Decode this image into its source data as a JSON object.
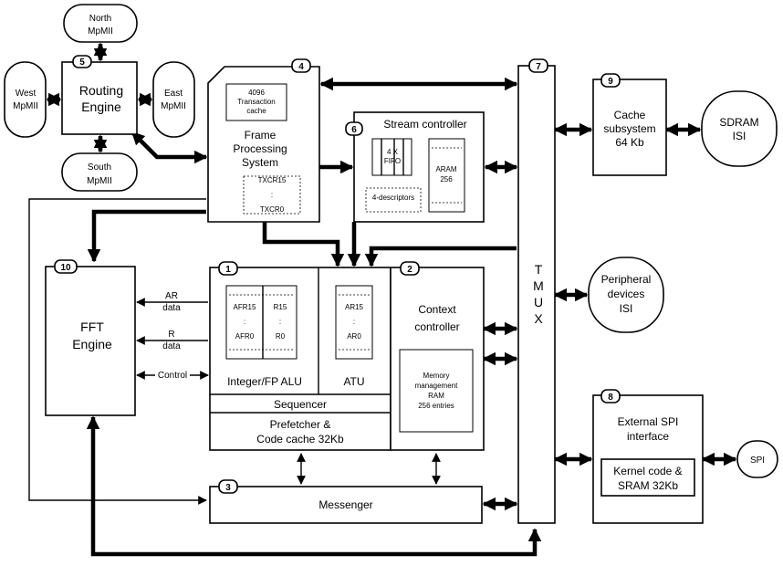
{
  "ports": {
    "north": [
      "North",
      "MpMII"
    ],
    "south": [
      "South",
      "MpMII"
    ],
    "west": [
      "West",
      "MpMII"
    ],
    "east": [
      "East",
      "MpMII"
    ]
  },
  "routing": {
    "number": "5",
    "title": [
      "Routing",
      "Engine"
    ]
  },
  "frame": {
    "number": "4",
    "transaction": [
      "4096",
      "Transaction",
      "cache"
    ],
    "title": [
      "Frame",
      "Processing",
      "System"
    ],
    "txcr_top": "TXCR15",
    "txcr_bottom": "TXCR0"
  },
  "stream": {
    "number": "6",
    "title": "Stream controller",
    "fifo": [
      "4 X",
      "FIFO"
    ],
    "aram": [
      "ARAM",
      "256"
    ],
    "descriptors": "4-descriptors"
  },
  "tmux": {
    "number": "7",
    "label": [
      "T",
      "M",
      "U",
      "X"
    ]
  },
  "cache": {
    "number": "9",
    "title": [
      "Cache",
      "subsystem",
      "64 Kb"
    ]
  },
  "sdram": [
    "SDRAM",
    "ISI"
  ],
  "peripheral": [
    "Peripheral",
    "devices",
    "ISI"
  ],
  "spi_if": {
    "number": "8",
    "title": [
      "External SPI",
      "interface"
    ],
    "kernel": [
      "Kernel code &",
      "SRAM  32Kb"
    ]
  },
  "spi": "SPI",
  "fft": {
    "number": "10",
    "title": [
      "FFT",
      "Engine"
    ]
  },
  "fft_links": {
    "ar_data": [
      "AR",
      "data"
    ],
    "r_data": [
      "R",
      "data"
    ],
    "control": "Control"
  },
  "alu": {
    "number": "1",
    "afr_top": "AFR15",
    "afr_bottom": "AFR0",
    "r_top": "R15",
    "r_bottom": "R0",
    "alu_label": "Integer/FP ALU",
    "ar_top": "AR15",
    "ar_bottom": "AR0",
    "atu_label": "ATU",
    "sequencer": "Sequencer",
    "prefetcher": [
      "Prefetcher &",
      "Code cache 32Kb"
    ]
  },
  "context": {
    "number": "2",
    "title": [
      "Context",
      "controller"
    ],
    "mm": [
      "Memory",
      "management",
      "RAM",
      "256 entries"
    ]
  },
  "messenger": {
    "number": "3",
    "title": "Messenger"
  },
  "dots": ":"
}
